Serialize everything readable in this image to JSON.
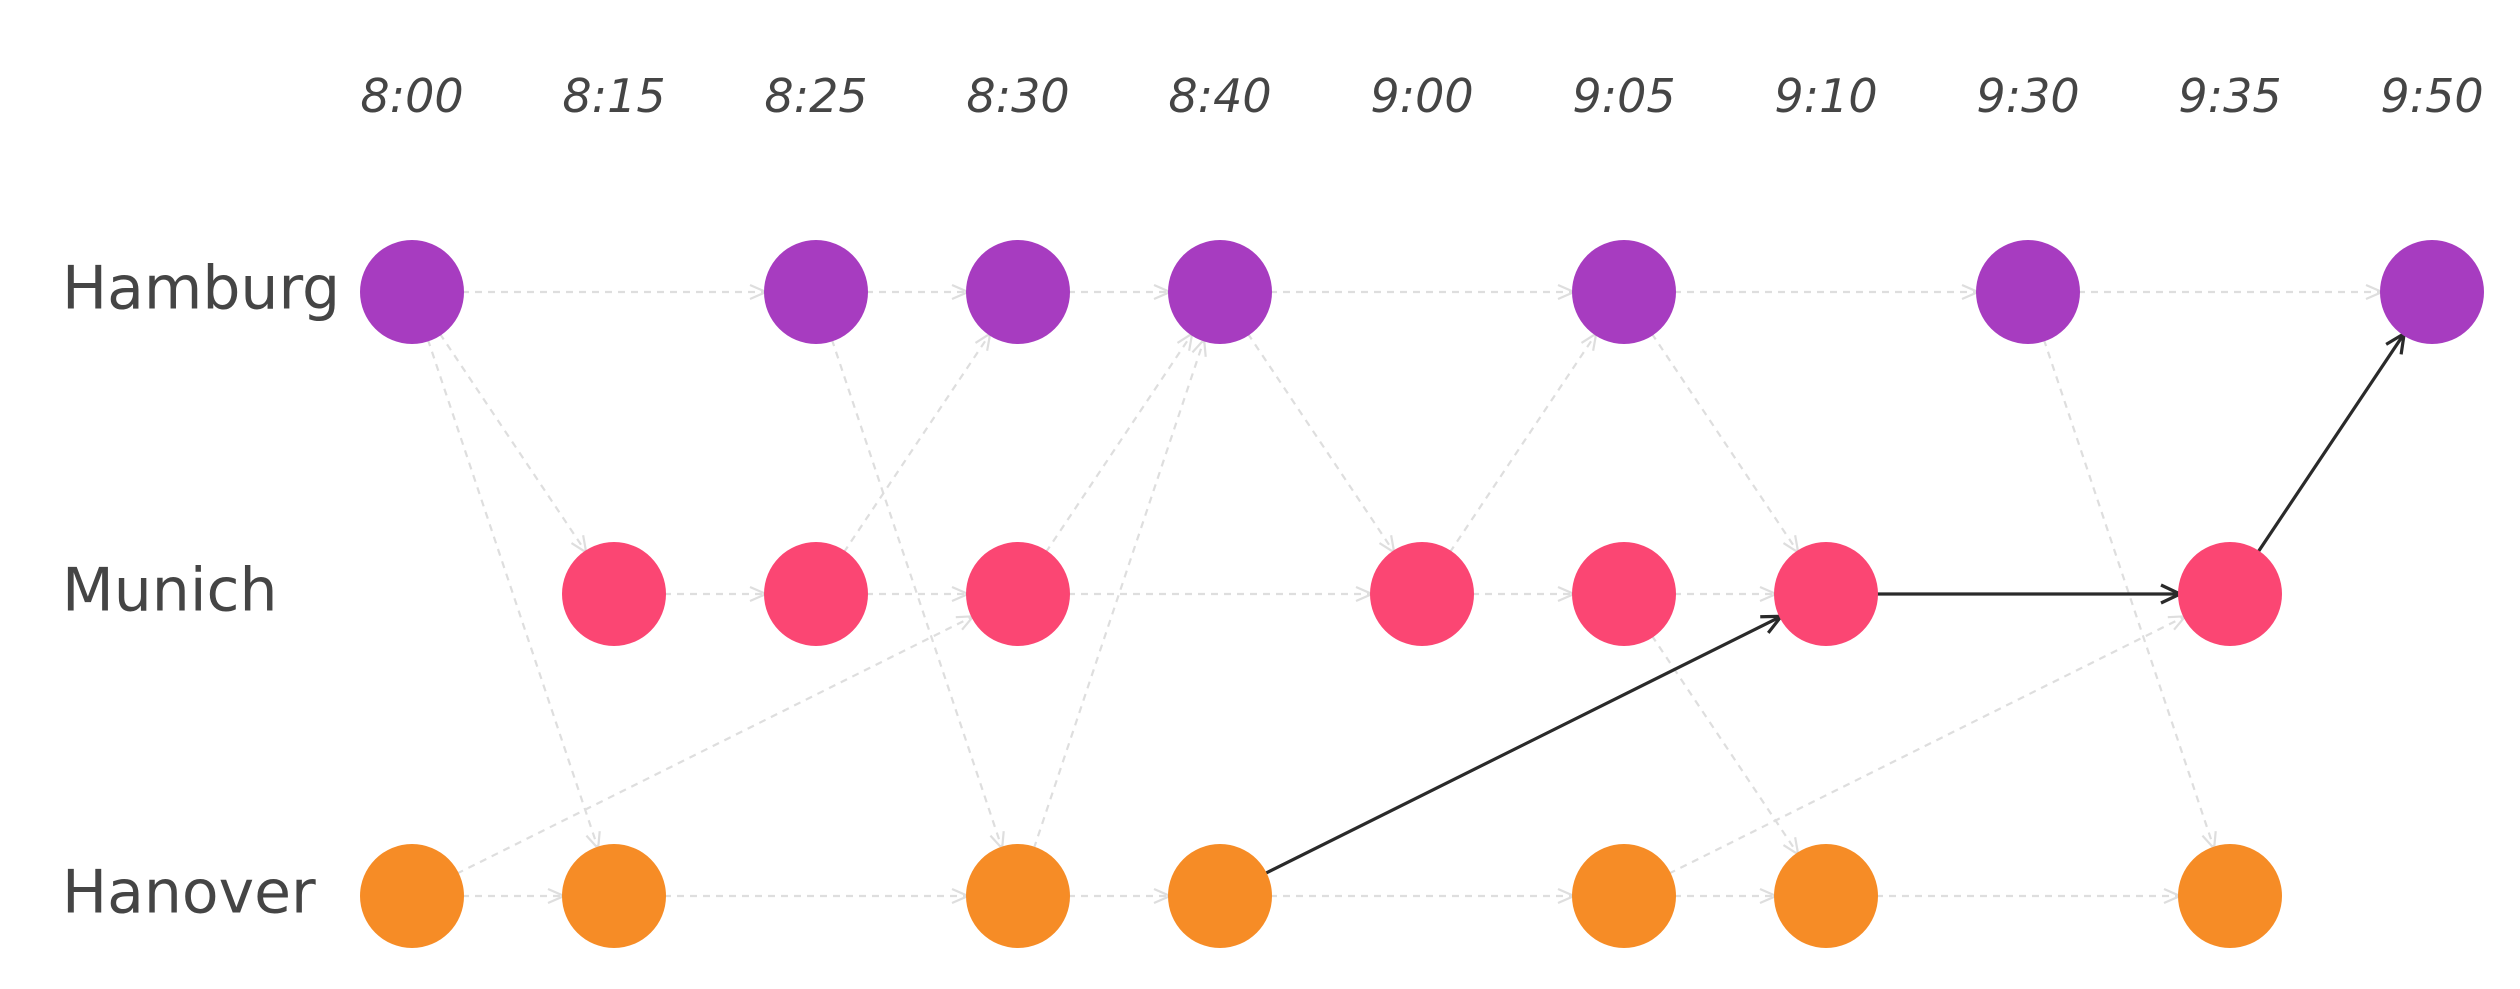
{
  "times": [
    "8:00",
    "8:15",
    "8:25",
    "8:30",
    "8:40",
    "9:00",
    "9:05",
    "9:10",
    "9:30",
    "9:35",
    "9:50"
  ],
  "cities": [
    {
      "name": "Hamburg",
      "color": "#a73cc0"
    },
    {
      "name": "Munich",
      "color": "#fb4673"
    },
    {
      "name": "Hanover",
      "color": "#f68c26"
    }
  ],
  "nodes": [
    {
      "id": "H0",
      "city": 0,
      "time": 0
    },
    {
      "id": "H2",
      "city": 0,
      "time": 2
    },
    {
      "id": "H3",
      "city": 0,
      "time": 3
    },
    {
      "id": "H4",
      "city": 0,
      "time": 4
    },
    {
      "id": "H6",
      "city": 0,
      "time": 6
    },
    {
      "id": "H8",
      "city": 0,
      "time": 8
    },
    {
      "id": "H10",
      "city": 0,
      "time": 10
    },
    {
      "id": "M1",
      "city": 1,
      "time": 1
    },
    {
      "id": "M2",
      "city": 1,
      "time": 2
    },
    {
      "id": "M3",
      "city": 1,
      "time": 3
    },
    {
      "id": "M5",
      "city": 1,
      "time": 5
    },
    {
      "id": "M6",
      "city": 1,
      "time": 6
    },
    {
      "id": "M7",
      "city": 1,
      "time": 7
    },
    {
      "id": "M9",
      "city": 1,
      "time": 9
    },
    {
      "id": "N0",
      "city": 2,
      "time": 0
    },
    {
      "id": "N1",
      "city": 2,
      "time": 1
    },
    {
      "id": "N3",
      "city": 2,
      "time": 3
    },
    {
      "id": "N4",
      "city": 2,
      "time": 4
    },
    {
      "id": "N6",
      "city": 2,
      "time": 6
    },
    {
      "id": "N7",
      "city": 2,
      "time": 7
    },
    {
      "id": "N9",
      "city": 2,
      "time": 9
    }
  ],
  "edges": [
    {
      "from": "H0",
      "to": "H2",
      "highlight": false
    },
    {
      "from": "H2",
      "to": "H3",
      "highlight": false
    },
    {
      "from": "H3",
      "to": "H4",
      "highlight": false
    },
    {
      "from": "H4",
      "to": "H6",
      "highlight": false
    },
    {
      "from": "H6",
      "to": "H8",
      "highlight": false
    },
    {
      "from": "H8",
      "to": "H10",
      "highlight": false
    },
    {
      "from": "M1",
      "to": "M2",
      "highlight": false
    },
    {
      "from": "M2",
      "to": "M3",
      "highlight": false
    },
    {
      "from": "M3",
      "to": "M5",
      "highlight": false
    },
    {
      "from": "M5",
      "to": "M6",
      "highlight": false
    },
    {
      "from": "M6",
      "to": "M7",
      "highlight": false
    },
    {
      "from": "M7",
      "to": "M9",
      "highlight": true
    },
    {
      "from": "N0",
      "to": "N1",
      "highlight": false
    },
    {
      "from": "N1",
      "to": "N3",
      "highlight": false
    },
    {
      "from": "N3",
      "to": "N4",
      "highlight": false
    },
    {
      "from": "N4",
      "to": "N6",
      "highlight": false
    },
    {
      "from": "N6",
      "to": "N7",
      "highlight": false
    },
    {
      "from": "N7",
      "to": "N9",
      "highlight": false
    },
    {
      "from": "H0",
      "to": "M1",
      "highlight": false
    },
    {
      "from": "H0",
      "to": "N1",
      "highlight": false
    },
    {
      "from": "H2",
      "to": "N3",
      "highlight": false
    },
    {
      "from": "M2",
      "to": "H3",
      "highlight": false
    },
    {
      "from": "M3",
      "to": "H4",
      "highlight": false
    },
    {
      "from": "N3",
      "to": "H4",
      "highlight": false
    },
    {
      "from": "N0",
      "to": "M3",
      "highlight": false
    },
    {
      "from": "H4",
      "to": "M5",
      "highlight": false
    },
    {
      "from": "M5",
      "to": "H6",
      "highlight": false
    },
    {
      "from": "H6",
      "to": "M7",
      "highlight": false
    },
    {
      "from": "N4",
      "to": "M7",
      "highlight": true
    },
    {
      "from": "M6",
      "to": "N7",
      "highlight": false
    },
    {
      "from": "N6",
      "to": "M9",
      "highlight": false
    },
    {
      "from": "H8",
      "to": "N9",
      "highlight": false
    },
    {
      "from": "M9",
      "to": "H10",
      "highlight": true
    }
  ]
}
